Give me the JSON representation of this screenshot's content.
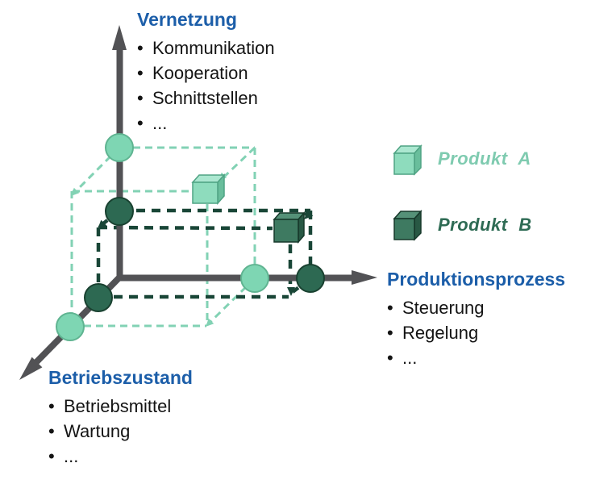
{
  "ui": {
    "bullet": "•"
  },
  "colors": {
    "background": "#ffffff",
    "axis_gray": "#525255",
    "title_blue": "#1C5EA9",
    "body_text": "#141414",
    "produkt_a_light": "#7ED6B3",
    "produkt_a_line": "#82D2B4",
    "produkt_b_dark": "#2E6B54",
    "produkt_b_line": "#194637"
  },
  "axes": {
    "vernetzung": {
      "title": "Vernetzung",
      "items": [
        "Kommunikation",
        "Kooperation",
        "Schnittstellen",
        "..."
      ]
    },
    "produktionsprozess": {
      "title": "Produktionsprozess",
      "items": [
        "Steuerung",
        "Regelung",
        "..."
      ]
    },
    "betriebszustand": {
      "title": "Betriebszustand",
      "items": [
        "Betriebsmittel",
        "Wartung",
        "..."
      ]
    }
  },
  "legend": {
    "items": [
      {
        "label": "Produkt A",
        "color": "#7FCBB0"
      },
      {
        "label": "Produkt B",
        "color": "#2E6B54"
      }
    ]
  }
}
